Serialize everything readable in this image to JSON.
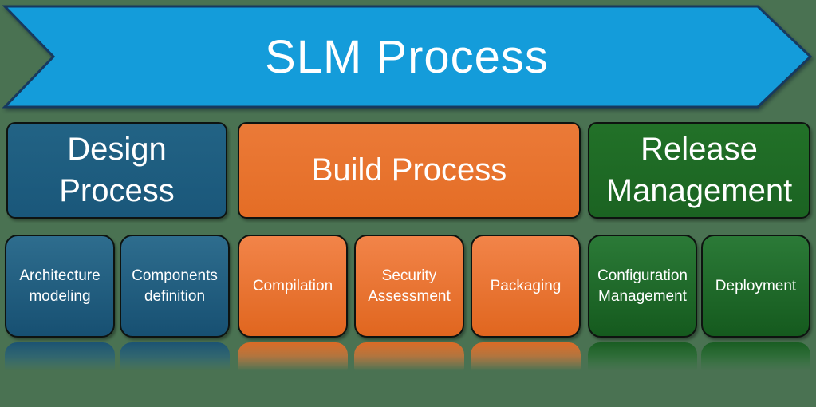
{
  "banner": {
    "title": "SLM Process",
    "fill_color": "#149CDA",
    "border_color": "#17395E"
  },
  "background_color": "#4A7252",
  "text_color": "#FFFFFF",
  "box_border_color": "#0E1310",
  "processes": [
    {
      "label": "Design Process",
      "color": "#1E5D7F",
      "children": [
        {
          "label": "Architecture modeling"
        },
        {
          "label": "Components definition"
        }
      ]
    },
    {
      "label": "Build Process",
      "color": "#E87430",
      "children": [
        {
          "label": "Compilation"
        },
        {
          "label": "Security Assessment"
        },
        {
          "label": "Packaging"
        }
      ]
    },
    {
      "label": "Release Management",
      "color": "#1F6C29",
      "children": [
        {
          "label": "Configuration Management"
        },
        {
          "label": "Deployment"
        }
      ]
    }
  ]
}
